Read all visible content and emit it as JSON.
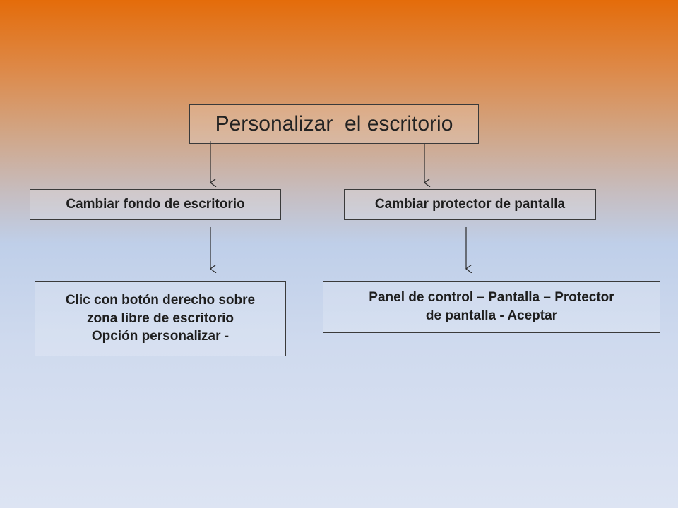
{
  "diagram": {
    "title": "Personalizar  el escritorio",
    "branches": [
      {
        "heading": "Cambiar fondo de escritorio",
        "detail_lines": [
          "Clic con botón derecho sobre",
          "zona libre de escritorio",
          "Opción personalizar -"
        ]
      },
      {
        "heading": "Cambiar protector de pantalla",
        "detail_lines": [
          "Panel de control – Pantalla – Protector",
          "de pantalla - Aceptar"
        ]
      }
    ],
    "edges": [
      {
        "from": "Personalizar  el escritorio",
        "to": "Cambiar fondo de escritorio"
      },
      {
        "from": "Personalizar  el escritorio",
        "to": "Cambiar protector de pantalla"
      },
      {
        "from": "Cambiar fondo de escritorio",
        "to": "Clic con botón derecho sobre zona libre de escritorio Opción personalizar -"
      },
      {
        "from": "Cambiar protector de pantalla",
        "to": "Panel de control – Pantalla – Protector de pantalla - Aceptar"
      }
    ],
    "colors": {
      "background_top": "#e46c0a",
      "background_bottom": "#dde4f3",
      "border": "#3a3a3a",
      "text": "#1e1e1e"
    }
  }
}
